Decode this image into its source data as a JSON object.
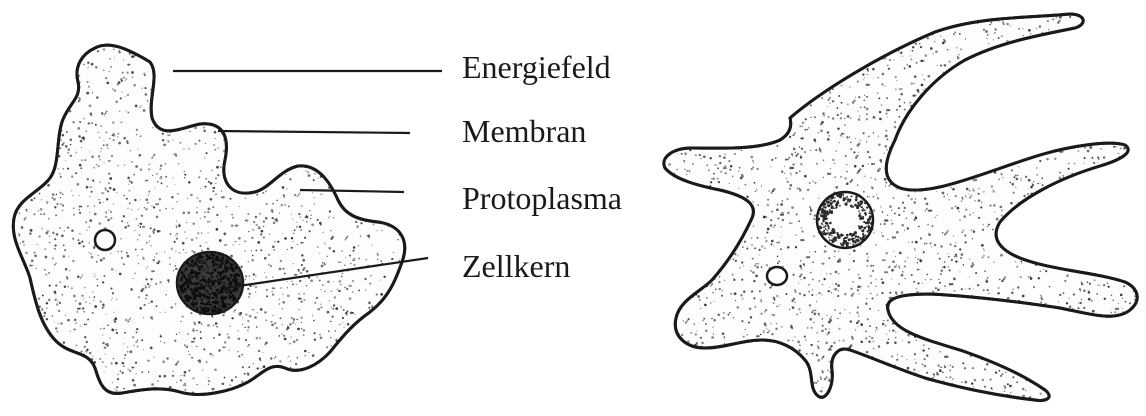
{
  "labels": {
    "energy_field": "Energiefeld",
    "membrane": "Membran",
    "protoplasm": "Protoplasma",
    "nucleus": "Zellkern"
  },
  "colors": {
    "ink": "#1a1a1a",
    "paper": "#ffffff",
    "stipple": "#2a2a2a"
  }
}
